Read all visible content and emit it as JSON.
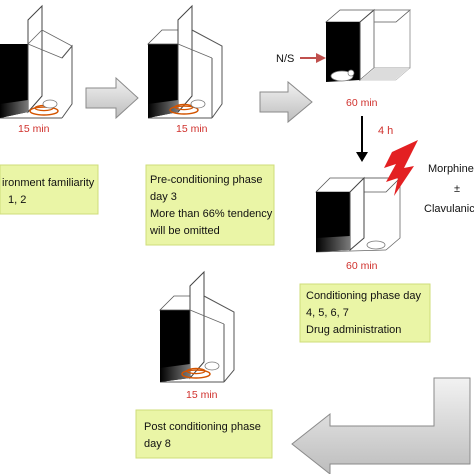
{
  "phases": [
    {
      "time": "15 min",
      "lines": [
        "ironment familiarity",
        "1, 2"
      ]
    },
    {
      "time": "15 min",
      "lines": [
        "Pre-conditioning phase",
        "day 3",
        "More than 66% tendency",
        "will be omitted"
      ]
    },
    {
      "time": "60 min",
      "lines": []
    },
    {
      "time": "60 min",
      "lines": [
        "Conditioning phase day",
        "4, 5, 6, 7",
        "Drug administration"
      ]
    },
    {
      "time": "15 min",
      "lines": [
        "Post conditioning phase",
        "day 8"
      ]
    }
  ],
  "ns_label": "N/S",
  "interval_label": "4 h",
  "drug_lines": [
    "Morphine",
    "±",
    "Clavulanic A"
  ],
  "colors": {
    "time": "#d0312d",
    "box_fill": "#eaf5a6",
    "box_border": "#cfdd7a",
    "ns_arrow": "#c0504d",
    "bolt": "#e32022"
  }
}
